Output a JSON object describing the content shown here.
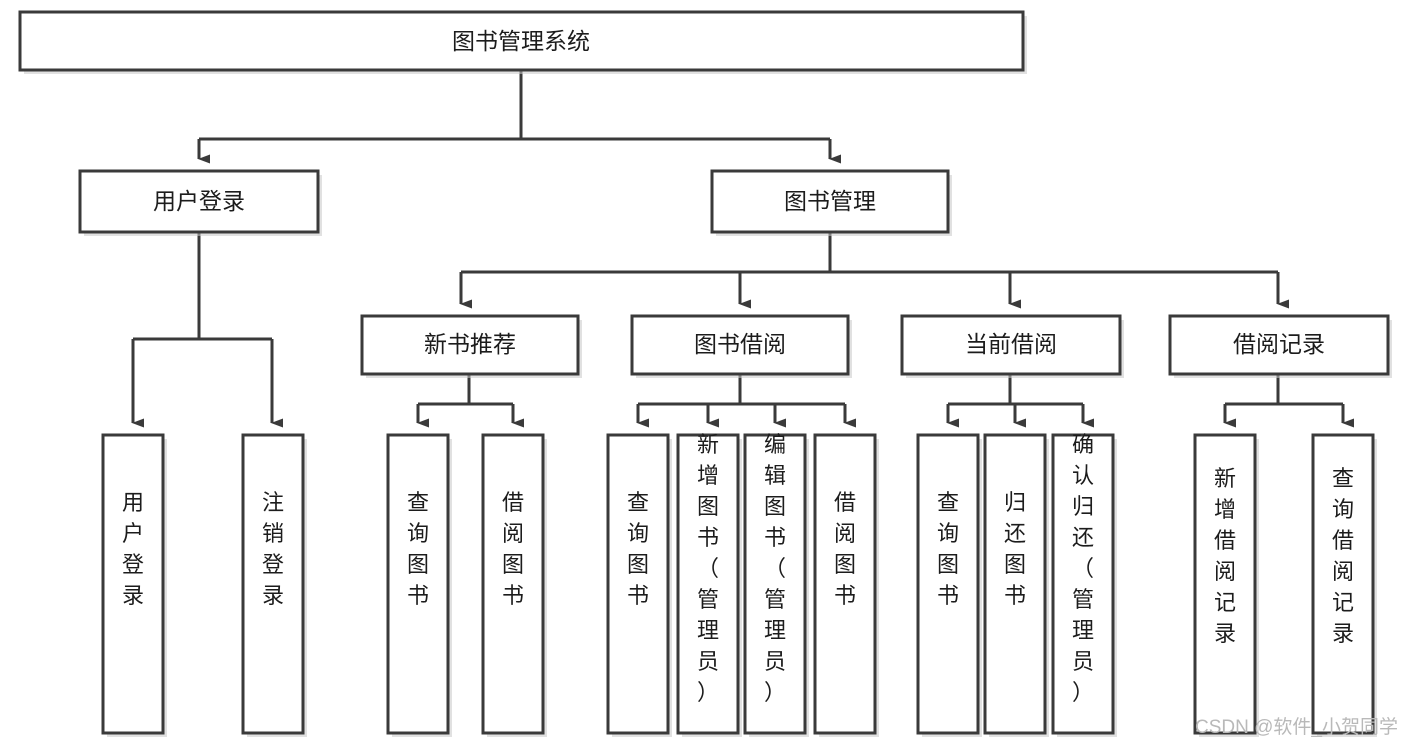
{
  "diagram": {
    "title": "图书管理系统",
    "type": "tree",
    "colors": {
      "box_stroke": "#3a3a3a",
      "box_fill": "#ffffff",
      "connector": "#3a3a3a",
      "text": "#1c1c1c",
      "watermark": "#b9b9b9",
      "background": "#ffffff"
    },
    "root": {
      "id": "root",
      "label": "图书管理系统",
      "orientation": "horizontal"
    },
    "level2": [
      {
        "id": "user-login",
        "label": "用户登录",
        "orientation": "horizontal"
      },
      {
        "id": "book-manage",
        "label": "图书管理",
        "orientation": "horizontal"
      }
    ],
    "level3": [
      {
        "id": "new-book-recommend",
        "label": "新书推荐",
        "orientation": "horizontal",
        "parent": "book-manage"
      },
      {
        "id": "book-borrow",
        "label": "图书借阅",
        "orientation": "horizontal",
        "parent": "book-manage"
      },
      {
        "id": "current-borrow",
        "label": "当前借阅",
        "orientation": "horizontal",
        "parent": "book-manage"
      },
      {
        "id": "borrow-record",
        "label": "借阅记录",
        "orientation": "horizontal",
        "parent": "book-manage"
      }
    ],
    "leaves": [
      {
        "id": "leaf-user-login",
        "label": "用户登录",
        "orientation": "vertical",
        "parent": "user-login"
      },
      {
        "id": "leaf-logout",
        "label": "注销登录",
        "orientation": "vertical",
        "parent": "user-login"
      },
      {
        "id": "leaf-query-book-1",
        "label": "查询图书",
        "orientation": "vertical",
        "parent": "new-book-recommend"
      },
      {
        "id": "leaf-borrow-book-1",
        "label": "借阅图书",
        "orientation": "vertical",
        "parent": "new-book-recommend"
      },
      {
        "id": "leaf-query-book-2",
        "label": "查询图书",
        "orientation": "vertical",
        "parent": "book-borrow"
      },
      {
        "id": "leaf-add-book",
        "label": "新增图书（管理员）",
        "orientation": "vertical",
        "parent": "book-borrow"
      },
      {
        "id": "leaf-edit-book",
        "label": "编辑图书（管理员）",
        "orientation": "vertical",
        "parent": "book-borrow"
      },
      {
        "id": "leaf-borrow-book-2",
        "label": "借阅图书",
        "orientation": "vertical",
        "parent": "book-borrow"
      },
      {
        "id": "leaf-query-book-3",
        "label": "查询图书",
        "orientation": "vertical",
        "parent": "current-borrow"
      },
      {
        "id": "leaf-return-book",
        "label": "归还图书",
        "orientation": "vertical",
        "parent": "current-borrow"
      },
      {
        "id": "leaf-confirm-return",
        "label": "确认归还（管理员）",
        "orientation": "vertical",
        "parent": "current-borrow"
      },
      {
        "id": "leaf-add-record",
        "label": "新增借阅记录",
        "orientation": "vertical",
        "parent": "borrow-record"
      },
      {
        "id": "leaf-query-record",
        "label": "查询借阅记录",
        "orientation": "vertical",
        "parent": "borrow-record"
      }
    ]
  },
  "watermark": {
    "text": "CSDN @软件_小贺同学"
  }
}
